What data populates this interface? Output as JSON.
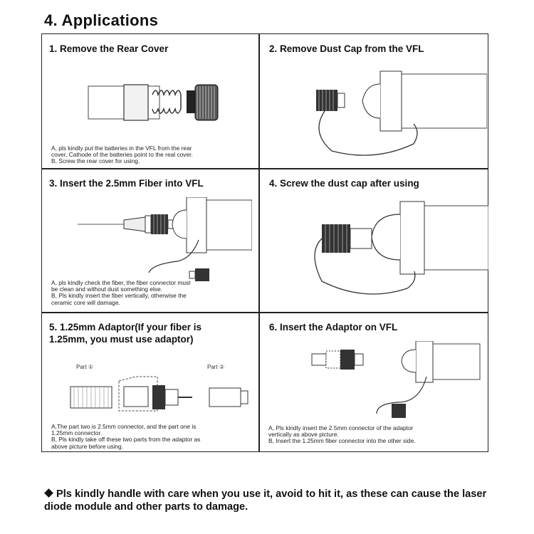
{
  "page": {
    "title": "4. Applications",
    "warning": "Pls kindly handle with care when you use it, avoid to hit it, as these can cause the laser diode module and other parts to damage."
  },
  "steps": [
    {
      "title": "1. Remove the Rear Cover",
      "notes": "A, pls kindly put the batteries in the VFL from the rear\ncover, Cathode of the batteries point to the real cover.\nB, Screw the rear cover for using."
    },
    {
      "title": "2. Remove Dust Cap from the VFL",
      "notes": ""
    },
    {
      "title": "3. Insert the 2.5mm Fiber into VFL",
      "notes": "A, pls kindly check the fiber, the fiber connector must\nbe   clean and without dust something else.\nB, Pls kindly insert the fiber vertically, otherwise the\nceramic core will damage."
    },
    {
      "title": "4. Screw the dust cap after using",
      "notes": ""
    },
    {
      "title": "5. 1.25mm Adaptor(If your fiber is\n1.25mm, you must use adaptor)",
      "notes": "A,The part two is 2.5mm connector, and the part one  is\n1.25mm connector.\nB, Pls kindly take off these two parts from the adaptor as\nabove picture before using.",
      "part_one_label": "Part ①",
      "part_two_label": "Part ②"
    },
    {
      "title": "6. Insert the Adaptor on VFL",
      "notes": "A, Pls kindly insert the 2.5mm connector of the  adaptor\nvertically as above picture.\nB, Insert the 1.25mm fiber connector into the other side."
    }
  ]
}
